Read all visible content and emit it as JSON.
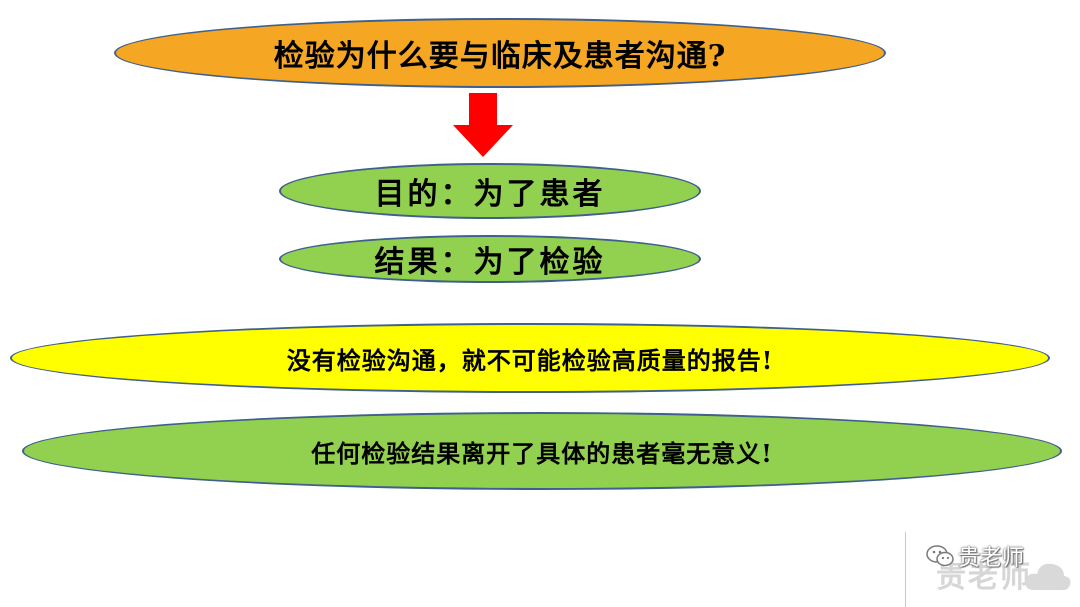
{
  "title": "检验为什么要与临床及患者沟通?",
  "goal": "目的：为了患者",
  "result": "结果：为了检验",
  "statement_1": "没有检验沟通，就不可能检验高质量的报告!",
  "statement_2": "任何检验结果离开了具体的患者毫无意义!",
  "watermark": {
    "name": "贵老师",
    "icon": "wechat-chat-icon"
  },
  "colors": {
    "title_fill": "#f5a623",
    "green_fill": "#92d050",
    "yellow_fill": "#ffff00",
    "arrow": "#ff0000",
    "outline": "#3f5f8c"
  }
}
